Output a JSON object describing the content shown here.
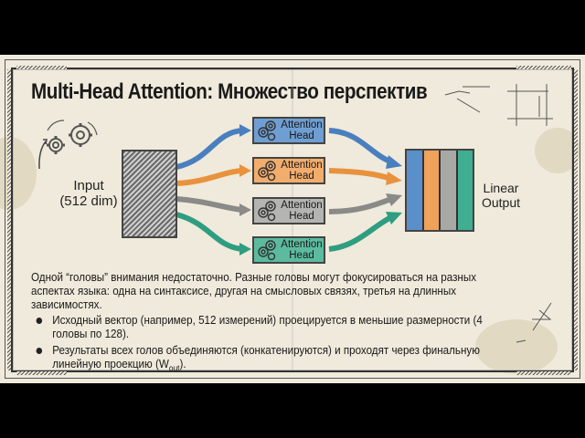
{
  "title": "Multi-Head Attention: Множество перспектив",
  "diagram": {
    "input_label_line1": "Input",
    "input_label_line2": "(512 dim)",
    "heads": [
      {
        "line1": "Attention",
        "line2": "Head",
        "color": "#5b8fc9"
      },
      {
        "line1": "Attention",
        "line2": "Head",
        "color": "#f0a25a"
      },
      {
        "line1": "Attention",
        "line2": "Head",
        "color": "#a8a8a5"
      },
      {
        "line1": "Attention",
        "line2": "Head",
        "color": "#3fae91"
      }
    ],
    "output_label_line1": "Linear",
    "output_label_line2": "Output",
    "output_stripes": [
      "#5b8fc9",
      "#f0a25a",
      "#a8a8a5",
      "#3fae91"
    ]
  },
  "text": {
    "intro": "Одной “головы” внимания недостаточно. Разные головы могут фокусироваться на разных аспектах языка: одна на синтаксисе, другая на смысловых связях, третья на длинных зависимостях.",
    "bullets": [
      {
        "text": "Исходный вектор (например, 512 измерений) проецируется в меньшие размерности (4 головы по 128)."
      },
      {
        "text_before": "Результаты всех голов объединяются (конкатенируются) и проходят через финальную линейную проекцию (W",
        "sub": "out",
        "text_after": ")."
      }
    ]
  },
  "colors": {
    "paper": "#efeadb",
    "blue": "#5b8fc9",
    "orange": "#f0a25a",
    "gray": "#a8a8a5",
    "teal": "#3fae91"
  }
}
